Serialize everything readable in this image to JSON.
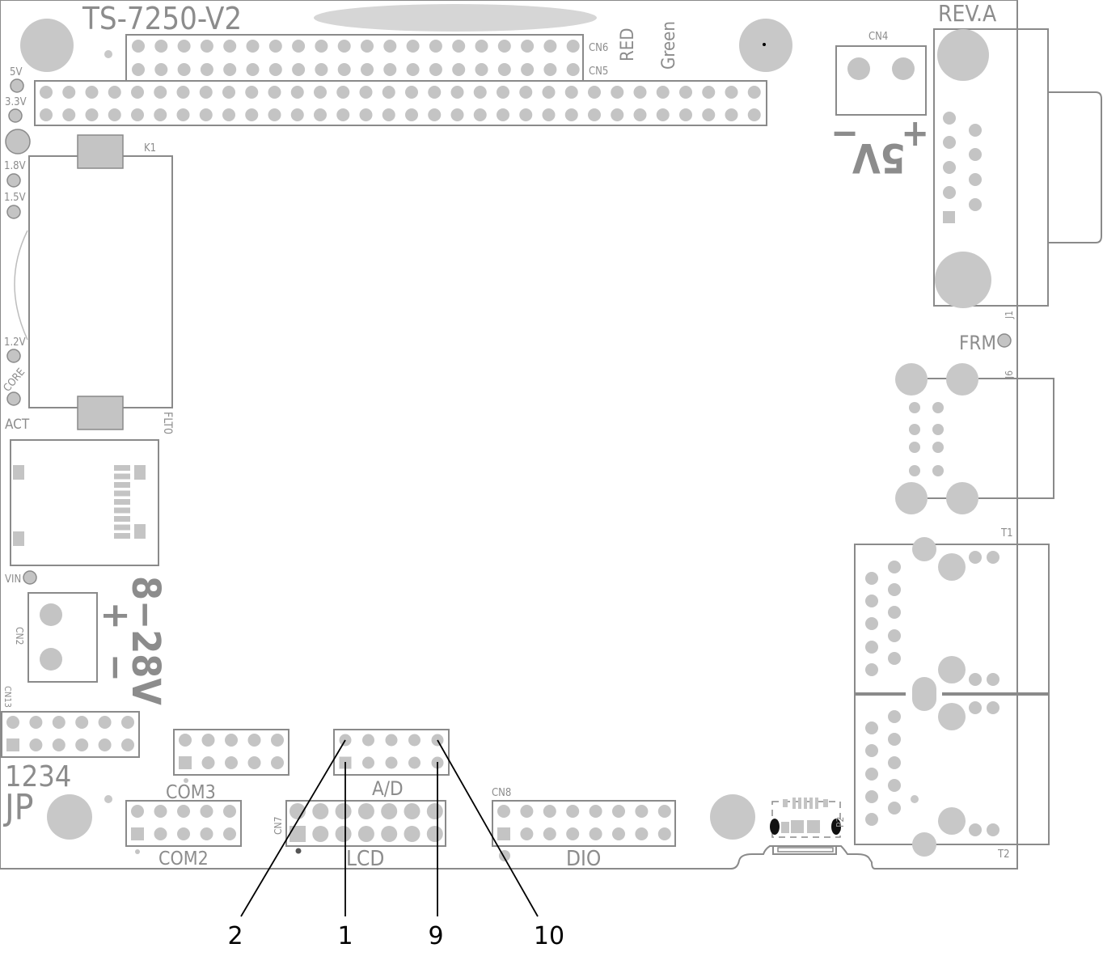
{
  "board": {
    "title": "TS-7250-V2",
    "revision": "REV.A",
    "colors": {
      "silk": "#8c8c8c",
      "pad": "#c4c4c4",
      "outline": "#8a8a8a",
      "board_bg": "#ffffff",
      "callout": "#000000"
    }
  },
  "labels": {
    "cn6": "CN6",
    "cn5": "CN5",
    "red": "RED",
    "green": "Green",
    "cn4": "CN4",
    "plus": "+",
    "minus": "−",
    "v5": "5V",
    "led_5v": "5V",
    "led_33v": "3.3V",
    "led_18v": "1.8V",
    "led_15v": "1.5V",
    "led_12v": "1.2V",
    "led_core": "CORE",
    "act": "ACT",
    "k1": "K1",
    "flt": "FLT0",
    "frm": "FRM",
    "j1": "J1",
    "j6": "J6",
    "t1": "T1",
    "t2": "T2",
    "vin": "VIN",
    "cn2": "CN2",
    "vrange": "8−28V",
    "cn13": "CN13",
    "jp_nums": "1234",
    "jp": "JP",
    "com3": "COM3",
    "com2": "COM2",
    "ad": "A/D",
    "cn7": "CN7",
    "lcd": "LCD",
    "cn8": "CN8",
    "dio": "DIO",
    "p2": "P2"
  },
  "callouts": [
    {
      "id": "pin2",
      "label": "2"
    },
    {
      "id": "pin1",
      "label": "1"
    },
    {
      "id": "pin9",
      "label": "9"
    },
    {
      "id": "pin10",
      "label": "10"
    }
  ]
}
